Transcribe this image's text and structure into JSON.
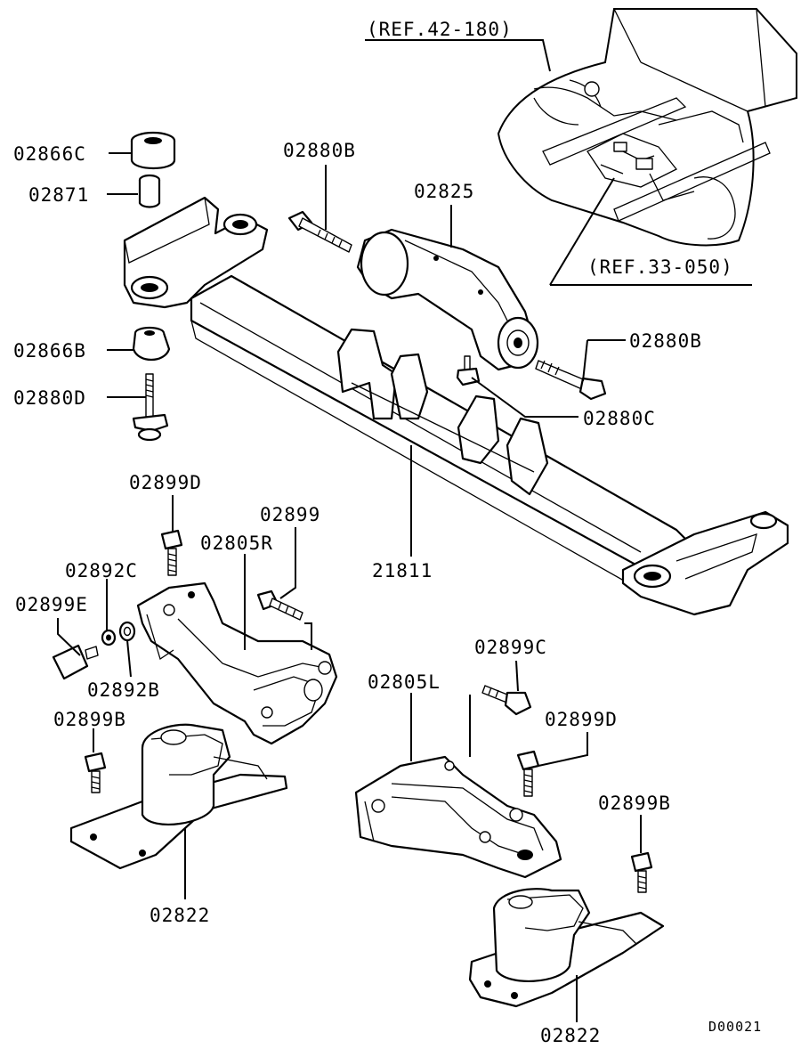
{
  "references": {
    "ref_top": "(REF.42-180)",
    "ref_mid": "(REF.33-050)"
  },
  "labels": {
    "p02866C": "02866C",
    "p02871": "02871",
    "p02880B_top": "02880B",
    "p02825": "02825",
    "p02866B": "02866B",
    "p02880B_right": "02880B",
    "p02880D": "02880D",
    "p02880C": "02880C",
    "p21811": "21811",
    "p02899D_top": "02899D",
    "p02899": "02899",
    "p02805R": "02805R",
    "p02892C": "02892C",
    "p02899E": "02899E",
    "p02892B": "02892B",
    "p02899C": "02899C",
    "p02805L": "02805L",
    "p02899B_left": "02899B",
    "p02899D_right": "02899D",
    "p02822_left": "02822",
    "p02899B_right": "02899B",
    "p02822_right": "02822"
  },
  "diagram_id": "D00021"
}
